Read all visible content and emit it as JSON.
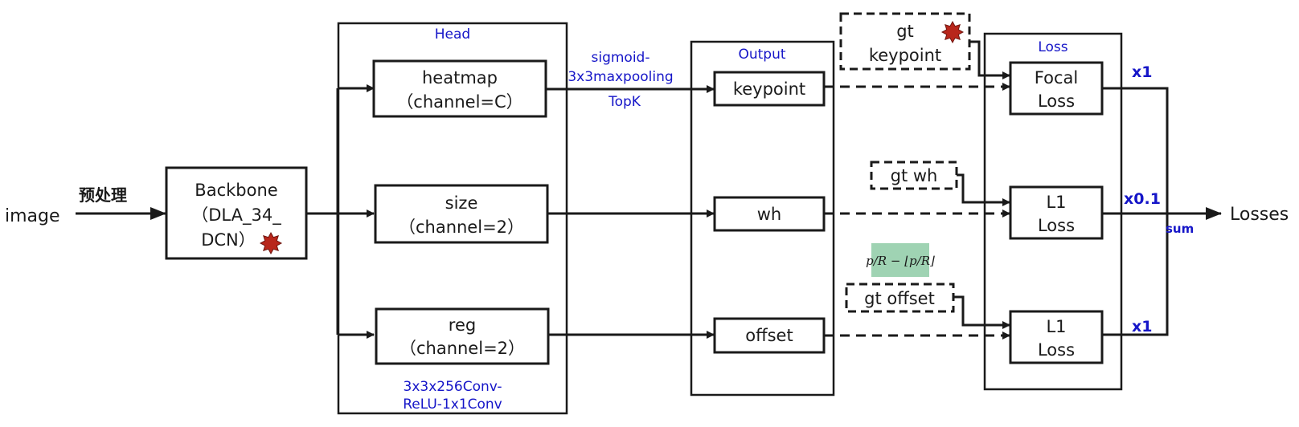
{
  "input": {
    "label": "image",
    "preprocess_label": "预处理"
  },
  "backbone": {
    "line1": "Backbone",
    "line2": "（DLA_34_",
    "line3": "DCN）",
    "marker": "star-icon"
  },
  "head": {
    "title": "Head",
    "heatmap": {
      "line1": "heatmap",
      "line2": "（channel=C）"
    },
    "size": {
      "line1": "size",
      "line2": "（channel=2）"
    },
    "reg": {
      "line1": "reg",
      "line2": "（channel=2）"
    },
    "note_line1": "3x3x256Conv-",
    "note_line2": "ReLU-1x1Conv"
  },
  "postprocess": {
    "line1": "sigmoid-",
    "line2": "3x3maxpooling",
    "line3": "TopK"
  },
  "output": {
    "title": "Output",
    "keypoint": "keypoint",
    "wh": "wh",
    "offset": "offset"
  },
  "gt": {
    "keypoint_line1": "gt",
    "keypoint_line2": "keypoint",
    "keypoint_marker": "star-icon",
    "wh": "gt wh",
    "offset": "gt offset",
    "offset_formula": "p/R − ⌊p/R⌋"
  },
  "loss": {
    "title": "Loss",
    "focal": {
      "line1": "Focal",
      "line2": "Loss",
      "weight": "x1"
    },
    "l1_wh": {
      "line1": "L1",
      "line2": "Loss",
      "weight": "x0.1"
    },
    "l1_offset": {
      "line1": "L1",
      "line2": "Loss",
      "weight": "x1"
    },
    "sum_label": "sum"
  },
  "result": {
    "label": "Losses"
  },
  "colors": {
    "ink": "#1a1a1a",
    "annotation": "#1515c8",
    "marker": "#b8261b",
    "formula_bg": "#9fd3b3"
  }
}
